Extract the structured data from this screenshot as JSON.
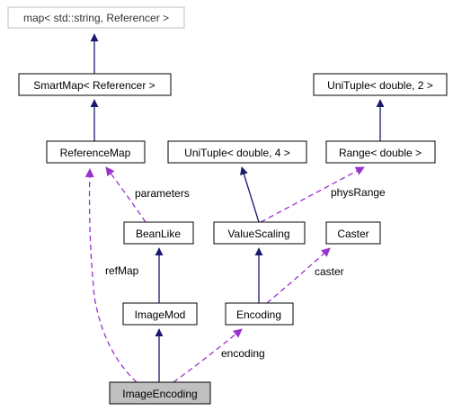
{
  "colors": {
    "inheritance": "#191970",
    "usage": "#9a32cd",
    "node_border": "#000000",
    "external_border": "#bfbfbf",
    "highlight_fill": "#bfbfbf"
  },
  "nodes": {
    "map_string_referencer": "map< std::string, Referencer >",
    "smartmap": "SmartMap< Referencer >",
    "unituple2": "UniTuple< double, 2 >",
    "referencemap": "ReferenceMap",
    "unituple4": "UniTuple< double, 4 >",
    "range": "Range< double >",
    "beanlike": "BeanLike",
    "valuescaling": "ValueScaling",
    "caster": "Caster",
    "imagemod": "ImageMod",
    "encoding": "Encoding",
    "imageencoding": "ImageEncoding"
  },
  "edge_labels": {
    "parameters": "parameters",
    "physRange": "physRange",
    "refMap": "refMap",
    "caster": "caster",
    "encoding": "encoding"
  }
}
